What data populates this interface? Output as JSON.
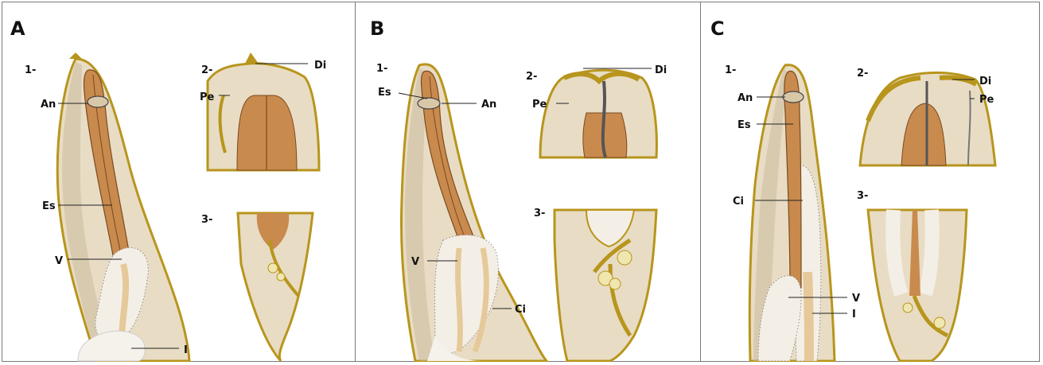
{
  "panels": [
    {
      "letter": "A",
      "sub1": "1-",
      "sub2": "2-",
      "sub3": "3-",
      "labels": {
        "an": "An",
        "es": "Es",
        "v": "V",
        "i": "I",
        "pe": "Pe",
        "di": "Di"
      }
    },
    {
      "letter": "B",
      "sub1": "1-",
      "sub2": "2-",
      "sub3": "3-",
      "labels": {
        "es": "Es",
        "an": "An",
        "v": "V",
        "ci": "Ci",
        "pe": "Pe",
        "di": "Di"
      }
    },
    {
      "letter": "C",
      "sub1": "1-",
      "sub2": "2-",
      "sub3": "3-",
      "labels": {
        "an": "An",
        "es": "Es",
        "ci": "Ci",
        "v": "V",
        "i": "I",
        "di": "Di",
        "pe": "Pe"
      }
    }
  ],
  "colors": {
    "body_fill": "#e8dcc4",
    "body_shadow": "#c8b89a",
    "cuticle": "#b8951c",
    "esophagus": "#c98a4e",
    "esophagus_light": "#e0a870",
    "ventriculus": "#f4efe6",
    "intestine": "#f5f2ec",
    "caecum": "#e6c99a",
    "leader": "#222222"
  }
}
